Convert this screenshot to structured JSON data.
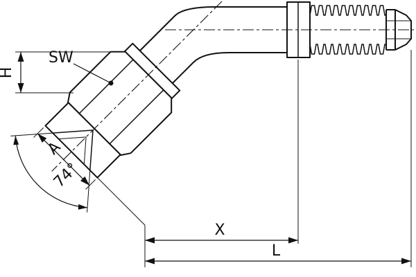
{
  "drawing": {
    "type": "technical-dimension-drawing",
    "subject": "45-degree elbow hose fitting with swivel nut and ribbed hose shank",
    "labels": {
      "sw": "SW",
      "h": "H",
      "a": "A",
      "angle": "74°",
      "x": "X",
      "l": "L"
    },
    "colors": {
      "line": "#111111",
      "background": "#ffffff"
    }
  }
}
